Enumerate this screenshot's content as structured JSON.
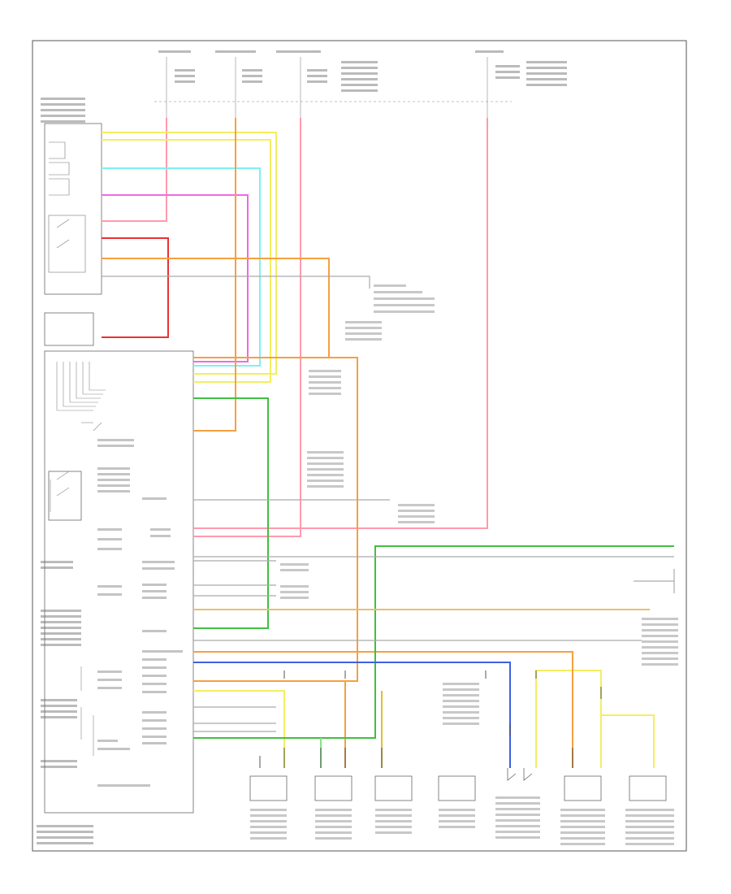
{
  "wires": {
    "pink": "#ff9aac",
    "yellow": "#f4ee60",
    "lightblue": "#7ef0f4",
    "magenta": "#ee6ae6",
    "red": "#ee3030",
    "orange": "#f4a040",
    "green": "#40c040",
    "blue": "#4060e0",
    "gray": "#9a9a9a",
    "tan": "#e8c070",
    "lightgreen": "#8ae08a",
    "darkyellow": "#e0c030"
  },
  "components": [
    "fuse-block-top-left",
    "switch-panel-left",
    "hvac-control-module",
    "sensor-1",
    "sensor-2",
    "sensor-3",
    "sensor-4",
    "actuator-1",
    "actuator-2",
    "actuator-3"
  ]
}
